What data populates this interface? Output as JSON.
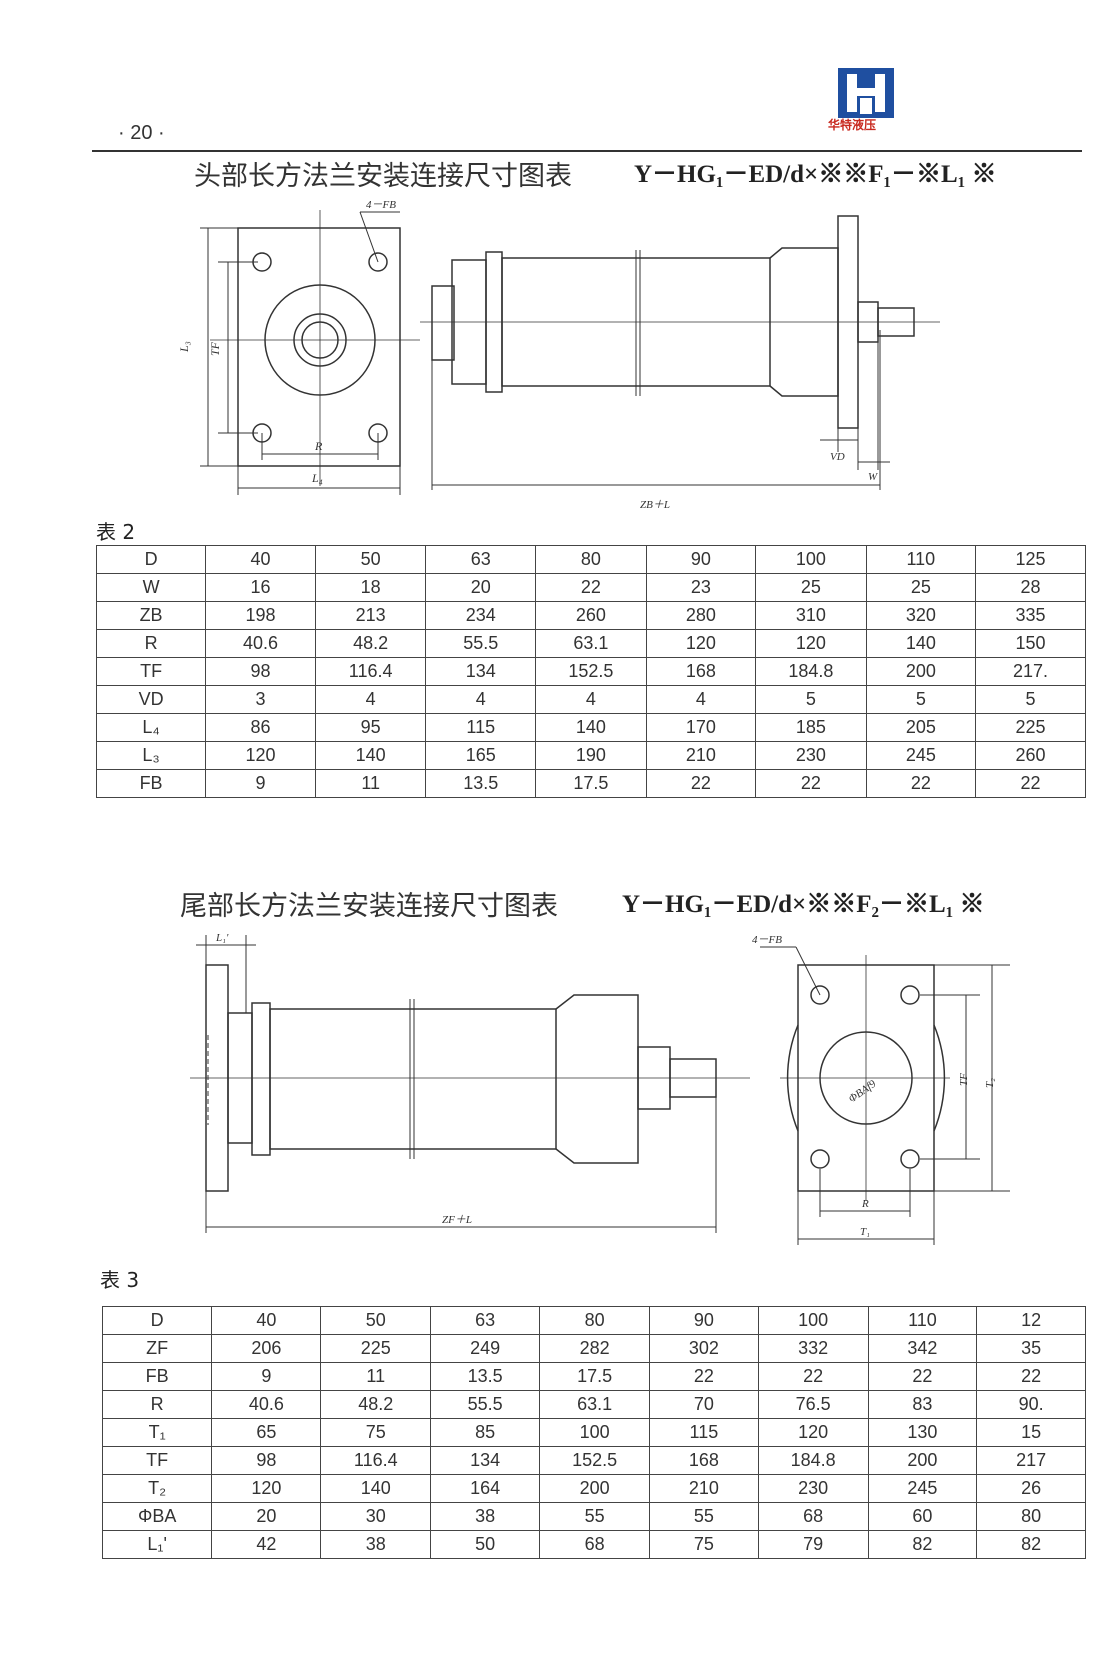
{
  "page_number": "· 20 ·",
  "logo": {
    "text": "华特液压",
    "mark": "H"
  },
  "section1": {
    "title": "头部长方法兰安装连接尺寸图表",
    "model": "Y－HG₁－ED/d×※※F₁－※L₁ ※",
    "table_label": "表 2",
    "drawing_labels": {
      "holes": "4－FB",
      "L3": "L₃",
      "TF": "TF",
      "R": "R",
      "L4": "L₄",
      "VD": "VD",
      "W": "W",
      "ZB_L": "ZB＋L"
    },
    "rows": [
      {
        "h": "D",
        "v": [
          "40",
          "50",
          "63",
          "80",
          "90",
          "100",
          "110",
          "125"
        ]
      },
      {
        "h": "W",
        "v": [
          "16",
          "18",
          "20",
          "22",
          "23",
          "25",
          "25",
          "28"
        ]
      },
      {
        "h": "ZB",
        "v": [
          "198",
          "213",
          "234",
          "260",
          "280",
          "310",
          "320",
          "335"
        ]
      },
      {
        "h": "R",
        "v": [
          "40.6",
          "48.2",
          "55.5",
          "63.1",
          "120",
          "120",
          "140",
          "150"
        ]
      },
      {
        "h": "TF",
        "v": [
          "98",
          "116.4",
          "134",
          "152.5",
          "168",
          "184.8",
          "200",
          "217."
        ]
      },
      {
        "h": "VD",
        "v": [
          "3",
          "4",
          "4",
          "4",
          "4",
          "5",
          "5",
          "5"
        ]
      },
      {
        "h": "L₄",
        "v": [
          "86",
          "95",
          "115",
          "140",
          "170",
          "185",
          "205",
          "225"
        ]
      },
      {
        "h": "L₃",
        "v": [
          "120",
          "140",
          "165",
          "190",
          "210",
          "230",
          "245",
          "260"
        ]
      },
      {
        "h": "FB",
        "v": [
          "9",
          "11",
          "13.5",
          "17.5",
          "22",
          "22",
          "22",
          "22"
        ]
      }
    ]
  },
  "section2": {
    "title": "尾部长方法兰安装连接尺寸图表",
    "model": "Y－HG₁－ED/d×※※F₂－※L₁ ※",
    "table_label": "表 3",
    "drawing_labels": {
      "L1p": "L₁'",
      "ZF_L": "ZF＋L",
      "holes": "4－FB",
      "BAf9": "ΦBAf9",
      "TF": "TF",
      "T2": "T₂",
      "R": "R",
      "T1": "T₁"
    },
    "rows": [
      {
        "h": "D",
        "v": [
          "40",
          "50",
          "63",
          "80",
          "90",
          "100",
          "110",
          "12"
        ]
      },
      {
        "h": "ZF",
        "v": [
          "206",
          "225",
          "249",
          "282",
          "302",
          "332",
          "342",
          "35"
        ]
      },
      {
        "h": "FB",
        "v": [
          "9",
          "11",
          "13.5",
          "17.5",
          "22",
          "22",
          "22",
          "22"
        ]
      },
      {
        "h": "R",
        "v": [
          "40.6",
          "48.2",
          "55.5",
          "63.1",
          "70",
          "76.5",
          "83",
          "90."
        ]
      },
      {
        "h": "T₁",
        "v": [
          "65",
          "75",
          "85",
          "100",
          "115",
          "120",
          "130",
          "15"
        ]
      },
      {
        "h": "TF",
        "v": [
          "98",
          "116.4",
          "134",
          "152.5",
          "168",
          "184.8",
          "200",
          "217"
        ]
      },
      {
        "h": "T₂",
        "v": [
          "120",
          "140",
          "164",
          "200",
          "210",
          "230",
          "245",
          "26"
        ]
      },
      {
        "h": "ΦBA",
        "v": [
          "20",
          "30",
          "38",
          "55",
          "55",
          "68",
          "60",
          "80"
        ]
      },
      {
        "h": "L₁'",
        "v": [
          "42",
          "38",
          "50",
          "68",
          "75",
          "79",
          "82",
          "82"
        ]
      }
    ]
  }
}
